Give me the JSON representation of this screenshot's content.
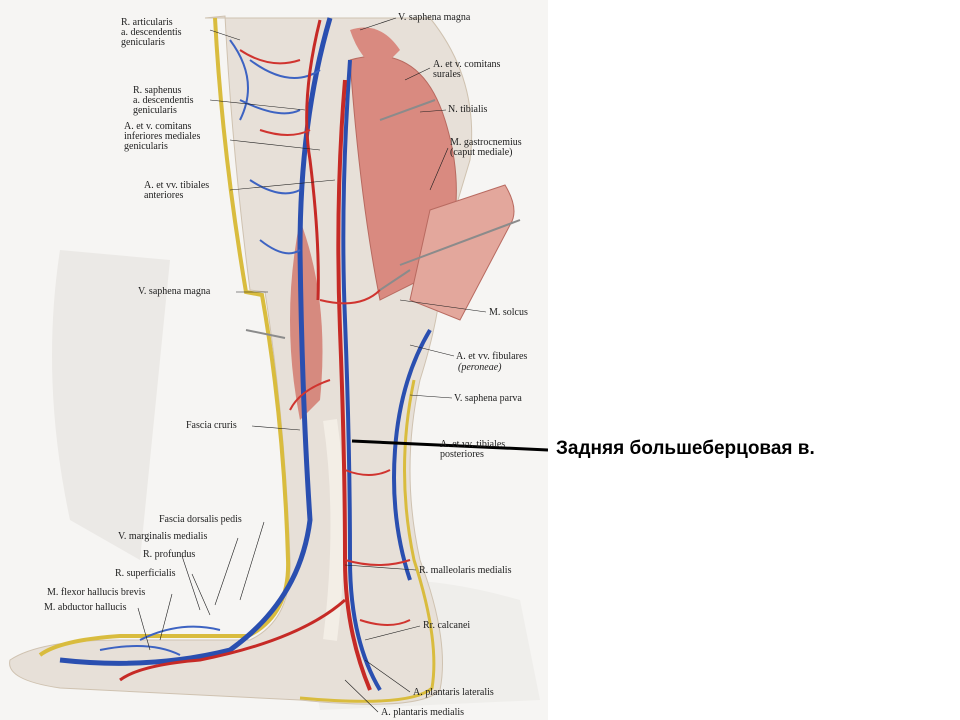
{
  "caption": "Задняя большеберцовая в.",
  "labels": {
    "r_articularis": "R. articularis\na. descendentis\ngenicularis",
    "r_saphenus": "R. saphenus\na. descendentis\ngenicularis",
    "a_comitans_inf": "A. et v. comitans\ninferiores mediales\ngenicularis",
    "tibiales_ant": "A. et vv. tibiales\nanteriores",
    "saphena_magna_mid": "V. saphena magna",
    "fascia_cruris": "Fascia cruris",
    "fascia_dorsalis": "Fascia dorsalis pedis",
    "marginalis": "V. marginalis medialis",
    "profundus": "R. profundus",
    "superficialis": "R. superficialis",
    "flexor": "M. flexor hallucis brevis",
    "abductor": "M. abductor hallucis",
    "saphena_magna_top": "V. saphena magna",
    "comitans_surales": "A. et v. comitans\nsurales",
    "n_tibialis": "N. tibialis",
    "gastrocnemius": "M. gastrocnemius\n(caput mediale)",
    "soleus": "M. solcus",
    "fibulares": "A. et vv. fibulares",
    "peroneae": "(peroneae)",
    "saphena_parva": "V. saphena parva",
    "tibiales_post": "A. et vv. tibiales\nposteriores",
    "malleolaris": "R. malleolaris medialis",
    "calcanei": "Rr. calcanei",
    "plantaris_lat": "A. plantaris lateralis",
    "plantaris_med": "A. plantaris medialis"
  },
  "colors": {
    "artery": "#c62a26",
    "vein": "#2a4fb0",
    "fascia": "#d9bc3e",
    "muscle": "#d98a80",
    "skin": "#ece8e4",
    "pointer": "#000000"
  }
}
